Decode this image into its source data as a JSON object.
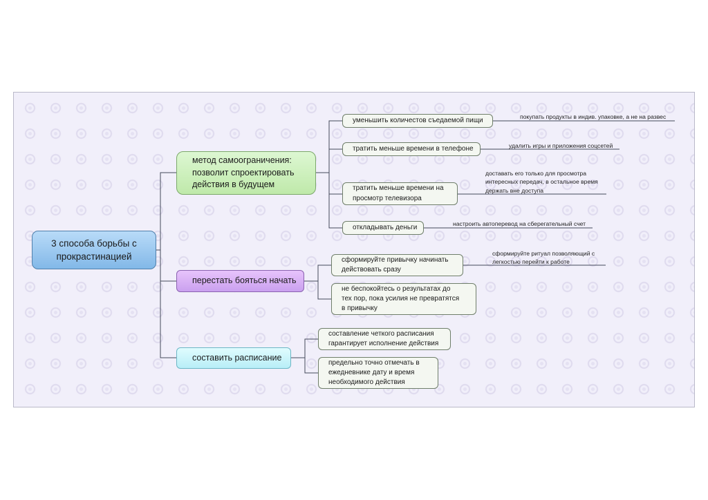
{
  "root": {
    "label": "3 способа борьбы с\nпрокрастинацией"
  },
  "branches": [
    {
      "label": "метод самоограничения:\nпозволит спроектировать\nдействия в будущем",
      "color": "#bfe9aa",
      "children": [
        {
          "label": "уменьшить количестов съедаемой пищи",
          "note": "покупать продукты в индив. упаковке, а не на развес"
        },
        {
          "label": "тратить меньше времени в телефоне",
          "note": "удалить игры и приложения соцсетей"
        },
        {
          "label": "тратить меньше времени на\nпросмотр телевизора",
          "note": "доставать его только для просмотра\nинтересных передач, в остальное время\nдержать вне доступа"
        },
        {
          "label": "откладывать деньги",
          "note": "настроить автоперевод на сберегательный счет"
        }
      ]
    },
    {
      "label": "перестать бояться начать",
      "color": "#caa0ef",
      "children": [
        {
          "label": "сформируйте привычку начинать\nдействовать сразу",
          "note": "сформируйте ритуал  позволяющий с\nлегкостью перейти к работе"
        },
        {
          "label": "не беспокойтесь о результатах до\nтех пор, пока усилия не превратятся\nв привычку"
        }
      ]
    },
    {
      "label": "составить расписание",
      "color": "#b8eef7",
      "children": [
        {
          "label": "составление четкого расписания\nгарантирует исполнение действия"
        },
        {
          "label": "предельно точно отмечать в\nежедневнике дату и время\nнеобходимого действия"
        }
      ]
    }
  ]
}
